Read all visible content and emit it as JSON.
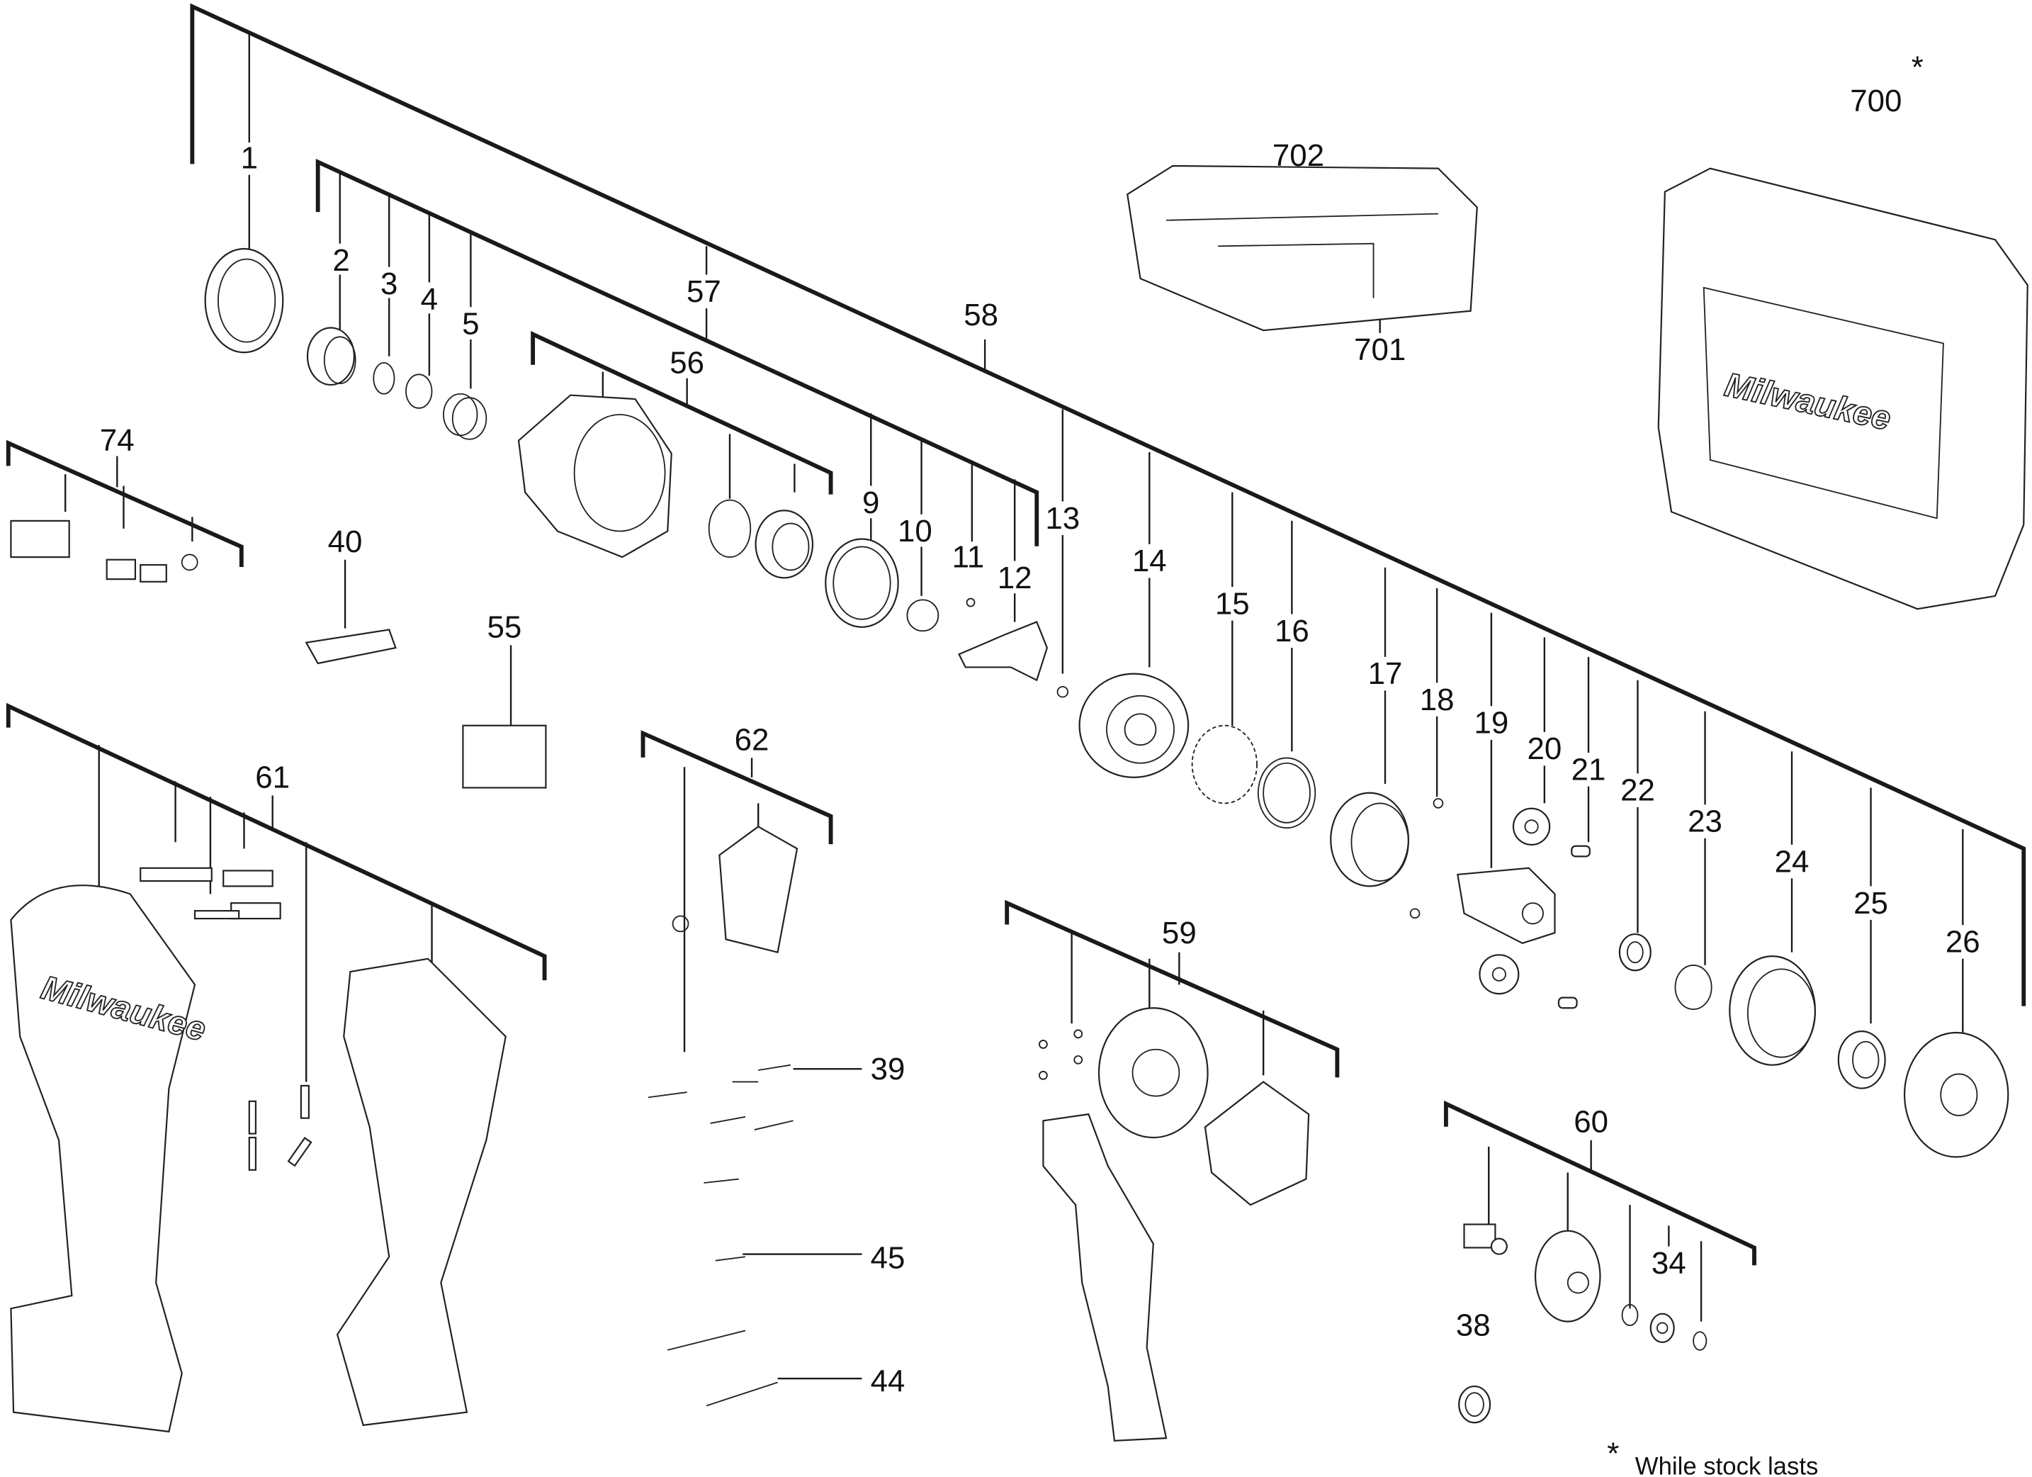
{
  "diagram": {
    "title": "Exploded parts diagram",
    "labels": {
      "p1": "1",
      "p2": "2",
      "p3": "3",
      "p4": "4",
      "p5": "5",
      "p9": "9",
      "p10": "10",
      "p11": "11",
      "p12": "12",
      "p13": "13",
      "p14": "14",
      "p15": "15",
      "p16": "16",
      "p17": "17",
      "p18": "18",
      "p19": "19",
      "p20": "20",
      "p21": "21",
      "p22": "22",
      "p23": "23",
      "p24": "24",
      "p25": "25",
      "p26": "26",
      "p34": "34",
      "p38": "38",
      "p39": "39",
      "p40": "40",
      "p44": "44",
      "p45": "45",
      "p55": "55",
      "p56": "56",
      "p57": "57",
      "p58": "58",
      "p59": "59",
      "p60": "60",
      "p61": "61",
      "p62": "62",
      "p74": "74",
      "p700": "700",
      "p701": "701",
      "p702": "702"
    },
    "asterisk": "*",
    "footnote_star": "*",
    "footnote": "While stock lasts",
    "logo_case": "Milwaukee",
    "logo_tool": "Milwaukee"
  }
}
